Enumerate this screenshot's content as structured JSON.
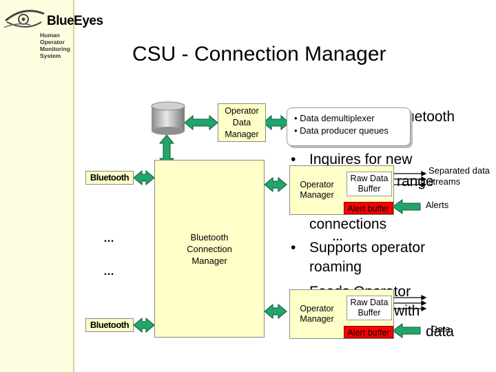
{
  "header": {
    "logo_word": "BlueEyes",
    "logo_subtitle": [
      "Human",
      "Operator",
      "Monitoring",
      "System"
    ],
    "title": "CSU - Connection Manager"
  },
  "diagram": {
    "operator_data_manager": "Operator Data Manager",
    "bluetooth_connection_manager": "Bluetooth Connection Manager",
    "bluetooth_top": "Bluetooth",
    "bluetooth_bottom": "Bluetooth",
    "ellipsis_1": "…",
    "ellipsis_2": "…",
    "callout_items": [
      "Data demultiplexer",
      "Data producer queues"
    ],
    "operator_manager_1": "Operator Manager",
    "operator_manager_2": "Operator Manager",
    "raw_data_buffer_1": "Raw Data Buffer",
    "raw_data_buffer_2": "Raw Data Buffer",
    "alert_buffer_1": "Alert buffer",
    "alert_buffer_2": "Alert buffer",
    "separated_streams": "Separated data streams",
    "alerts_label": "Alerts",
    "data_label": "Data",
    "dots_middle": "…"
  },
  "bullets": {
    "b1_fragment": "uetooth",
    "b2_line1": "Inquires for new",
    "b2_line2": "range",
    "b2_line3": "connections",
    "b3_line1": "Supports operator",
    "b3_line2": "roaming",
    "b4_line1": "Feeds Operator",
    "b4_line2": "with",
    "b4_line3": "data"
  },
  "colors": {
    "arrow_fill": "#22a56a",
    "box_fill": "#ffffc8",
    "alert_fill": "#ff0000",
    "sidebar_fill": "#fffde0"
  }
}
